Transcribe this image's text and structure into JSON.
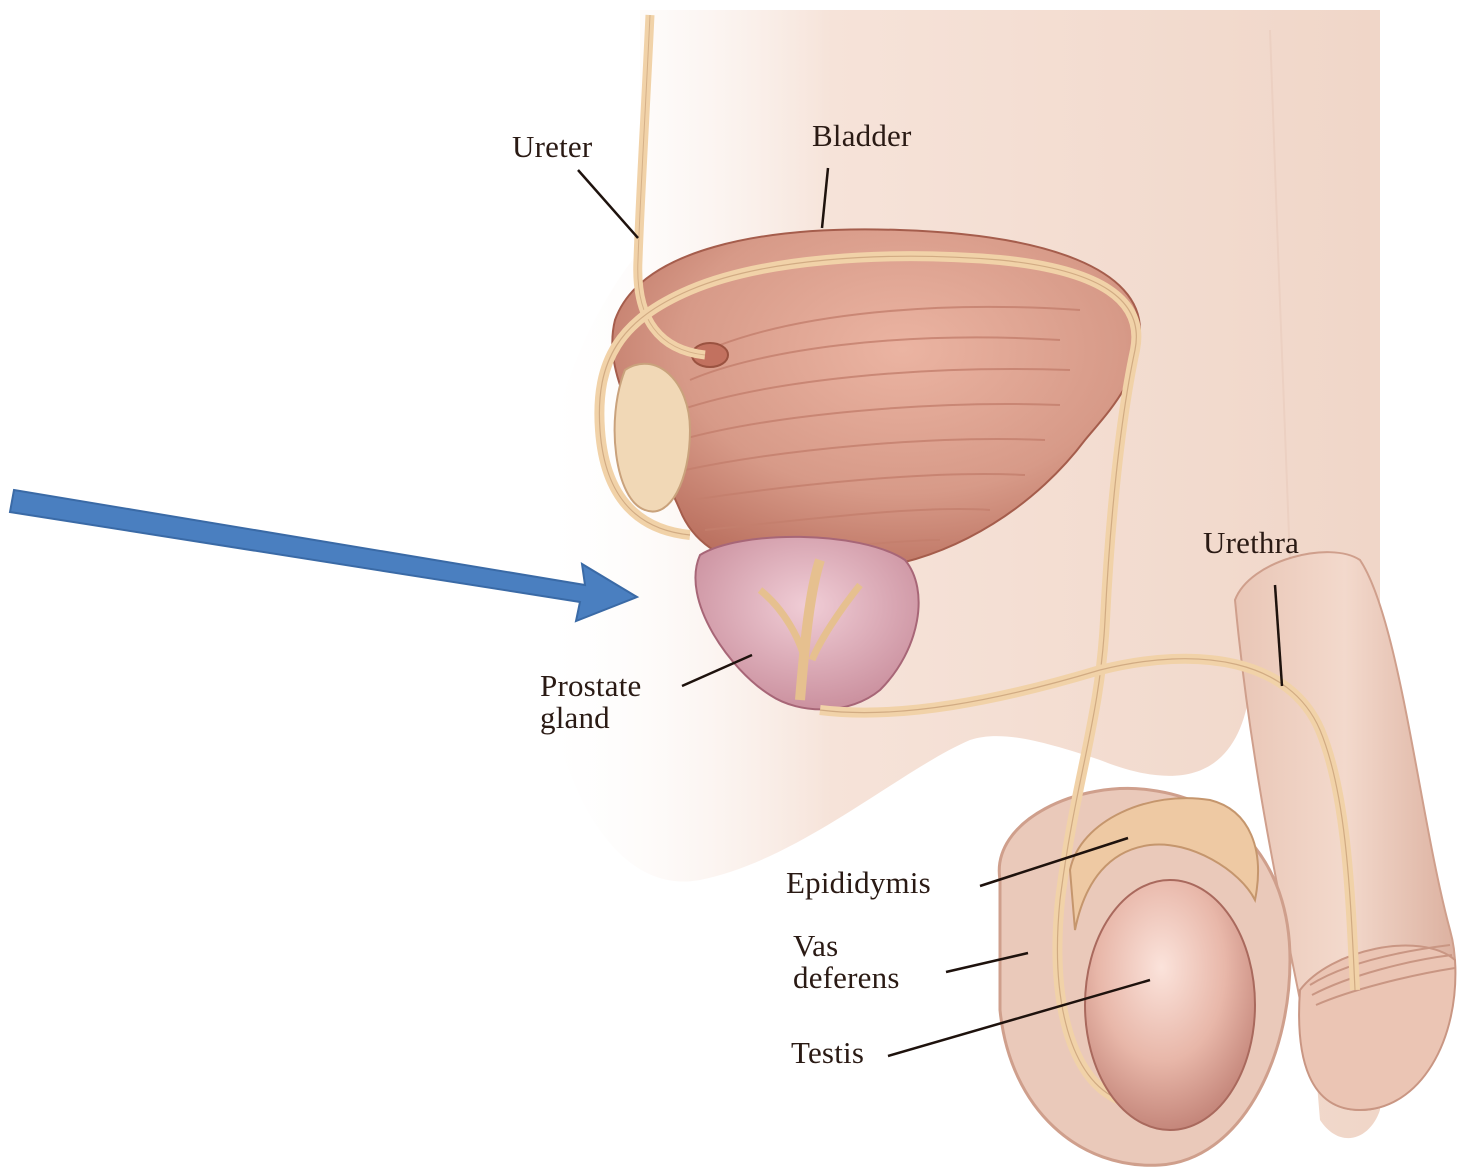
{
  "labels": {
    "ureter": "Ureter",
    "bladder": "Bladder",
    "urethra": "Urethra",
    "prostate_line1": "Prostate",
    "prostate_line2": "gland",
    "epididymis": "Epididymis",
    "vas_line1": "Vas",
    "vas_line2": "deferens",
    "testis": "Testis"
  },
  "colors": {
    "skin": "#f3d9cc",
    "bladder": "#d99886",
    "prostate": "#dba6b4",
    "duct": "#f1d2a8",
    "testis": "#e7b3a5",
    "arrow": "#4a7fc0"
  }
}
